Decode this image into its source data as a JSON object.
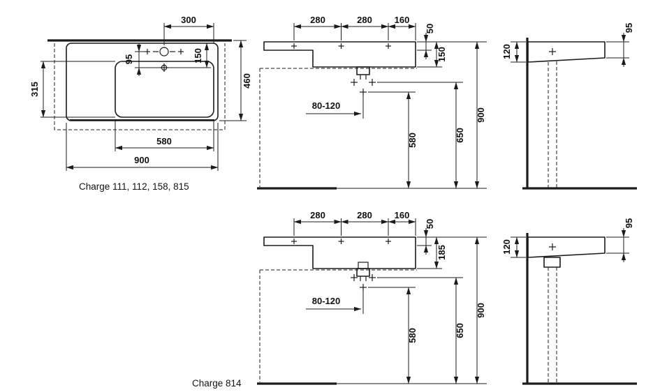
{
  "colors": {
    "ink": "#1b1b1b",
    "background": "#ffffff"
  },
  "views": {
    "plan": {
      "caption": "Charge 111, 112, 158, 815",
      "dims": {
        "tap_offset": "300",
        "small_back": "95",
        "drain_back": "150",
        "bowl_depth": "315",
        "overall_depth": "460",
        "bowl_width": "580",
        "overall_width": "900"
      }
    },
    "front_upper": {
      "dims": {
        "tap_spacing_left": "280",
        "tap_spacing_right": "280",
        "tap_edge": "160",
        "deck_height": "50",
        "body_height": "150",
        "drain_offset_range": "80-120",
        "fixing_height": "580",
        "outlet_height": "650",
        "rim_height": "900"
      }
    },
    "side_upper": {
      "dims": {
        "front_height": "95",
        "wall_height": "120"
      }
    },
    "front_lower": {
      "caption": "Charge 814",
      "dims": {
        "tap_spacing_left": "280",
        "tap_spacing_right": "280",
        "tap_edge": "160",
        "deck_height": "50",
        "body_height": "185",
        "drain_offset_range": "80-120",
        "fixing_height": "580",
        "outlet_height": "650",
        "rim_height": "900"
      }
    },
    "side_lower": {
      "dims": {
        "front_height": "95",
        "wall_height": "120"
      }
    }
  }
}
